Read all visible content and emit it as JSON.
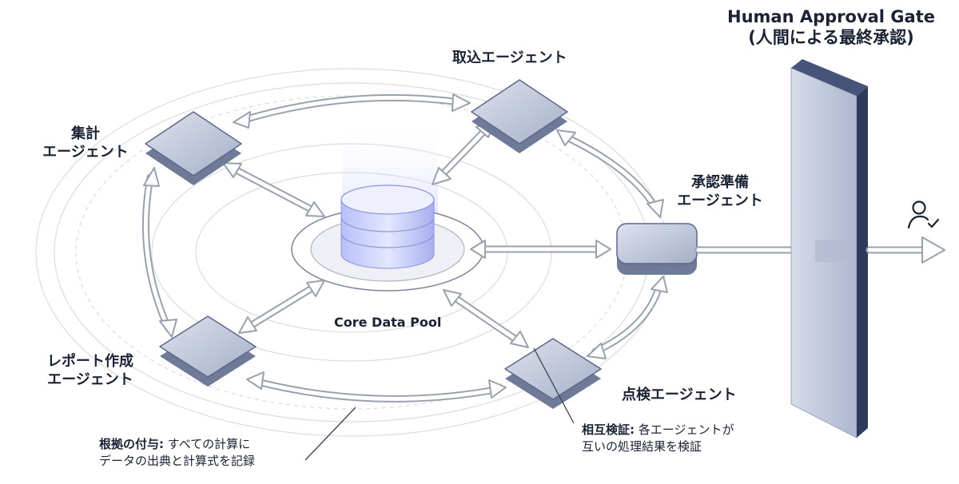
{
  "gate": {
    "title_line1": "Human Approval Gate",
    "title_line2": "(人間による最終承認)"
  },
  "center": {
    "label": "Core Data Pool"
  },
  "agents": {
    "intake": {
      "line1": "取込エージェント"
    },
    "aggregate": {
      "line1": "集計",
      "line2": "エージェント"
    },
    "approval_prep": {
      "line1": "承認準備",
      "line2": "エージェント"
    },
    "report": {
      "line1": "レポート作成",
      "line2": "エージェント"
    },
    "inspection": {
      "line1": "点検エージェント"
    }
  },
  "notes": {
    "evidence": {
      "bold": "根拠の付与:",
      "text1": " すべての計算に",
      "text2": "データの出典と計算式を記録"
    },
    "mutual": {
      "bold": "相互検証:",
      "text1": " 各エージェントが",
      "text2": "互いの処理結果を検証"
    }
  },
  "icons": {
    "approver": "user-check-icon",
    "database": "database-icon"
  },
  "colors": {
    "ink": "#1b2233",
    "node_top": "#c3cadd",
    "node_side": "#6f7a99",
    "gate_panel": "#c7cee0",
    "gate_edge": "#2e3a5c",
    "arrow": "#9aa1ad",
    "ring": "#d4d8df",
    "db_glow": "#a9b2ff"
  }
}
